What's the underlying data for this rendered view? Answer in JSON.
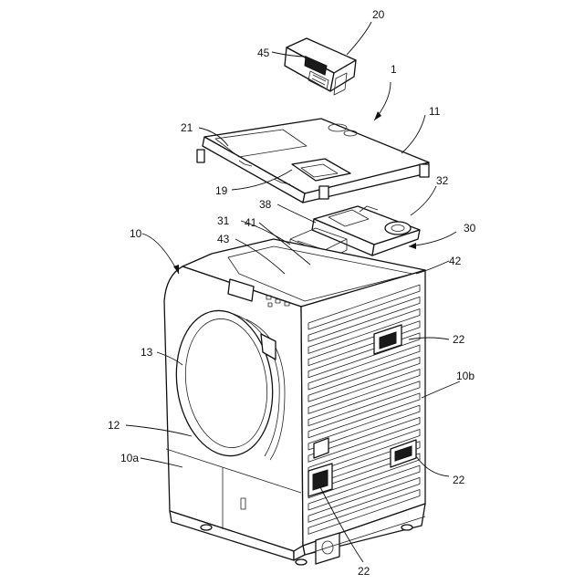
{
  "refs": {
    "r20": "20",
    "r45": "45",
    "r1": "1",
    "r21": "21",
    "r11": "11",
    "r19": "19",
    "r32": "32",
    "r38": "38",
    "r30": "30",
    "r31": "31",
    "r41": "41",
    "r10": "10",
    "r43": "43",
    "r42": "42",
    "r13": "13",
    "r22a": "22",
    "r10b": "10b",
    "r12": "12",
    "r10a": "10a",
    "r22b": "22",
    "r22c": "22"
  }
}
